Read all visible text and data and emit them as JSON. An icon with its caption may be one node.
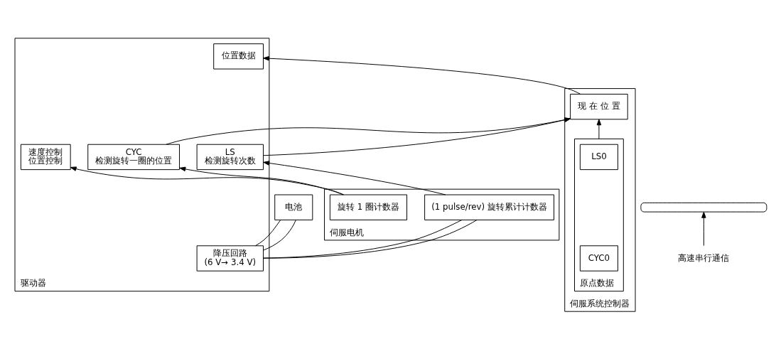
{
  "diagram": {
    "nodes": [
      {
        "text": [
          "伺服系统控制器"
        ]
      },
      {
        "text": [
          "现 在 位 置"
        ],
        "in": 0
      },
      {
        "text": [
          "原点数据"
        ],
        "in": 0
      },
      {
        "text": [
          "LS0"
        ],
        "in": 2
      },
      {
        "text": [
          "CYC0"
        ],
        "in": 2
      },
      {
        "text": [
          "驱动器"
        ]
      },
      {
        "text": [
          "位置数据"
        ],
        "in": 5
      },
      {
        "text": [
          "降压回路",
          "(6 V→ 3.4 V)"
        ],
        "in": 5
      },
      {
        "text": [
          "LS",
          "检测旋转次数"
        ],
        "in": 5
      },
      {
        "text": [
          "CYC",
          "检测旋转一圈的位置"
        ],
        "in": 5
      },
      {
        "text": [
          "速度控制",
          "位置控制"
        ],
        "in": 5
      },
      {
        "text": [
          "电池"
        ]
      },
      {
        "text": [
          "伺服电机"
        ]
      },
      {
        "text": [
          "(1 pulse/rev) 旋转累计计数器"
        ],
        "in": 12
      },
      {
        "text": [
          "旋转 1 圈计数器"
        ],
        "in": 12
      },
      {
        "text": [],
        "shape": "bar"
      },
      {
        "text": [
          "高速串行通信"
        ]
      }
    ],
    "edges": [
      {
        "from": 2,
        "to": 1,
        "arrow": "to"
      },
      {
        "from": 1,
        "to": 6,
        "arrow": "to"
      },
      {
        "from": 8,
        "to": 1,
        "arrow": "to"
      },
      {
        "from": 9,
        "to": 1,
        "arrow": "to"
      },
      {
        "from": 13,
        "to": 8,
        "arrow": "to"
      },
      {
        "from": 14,
        "to": 9,
        "arrow": "to"
      },
      {
        "from": 14,
        "to": 10,
        "arrow": "to"
      },
      {
        "from": 7,
        "to": 11,
        "arrow": "none"
      },
      {
        "from": 7,
        "to": 11,
        "arrow": "none"
      },
      {
        "from": 7,
        "to": 13,
        "arrow": "none"
      },
      {
        "from": 7,
        "to": 13,
        "arrow": "none"
      },
      {
        "from": 16,
        "to": 15,
        "arrow": "to"
      }
    ]
  }
}
